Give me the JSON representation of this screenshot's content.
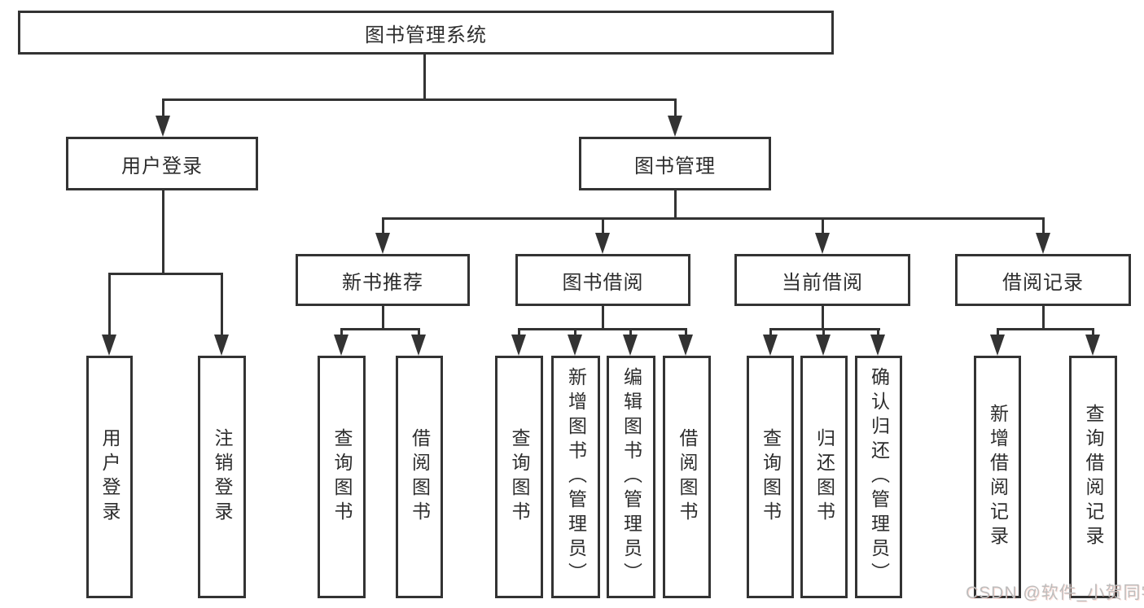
{
  "diagram": {
    "title": "图书管理系统",
    "type": "hierarchy-tree",
    "colors": {
      "line": "#333333",
      "text": "#2d2d2d",
      "background": "#ffffff",
      "watermark": "#bdbdbd"
    },
    "nodes": {
      "root": "图书管理系统",
      "user_login": "用户登录",
      "book_mgmt": "图书管理",
      "new_book_rec": "新书推荐",
      "book_borrow": "图书借阅",
      "current_borrow": "当前借阅",
      "borrow_records": "借阅记录",
      "leaf_user_login": "用户登录",
      "leaf_logout": "注销登录",
      "leaf_query_book_1": "查询图书",
      "leaf_borrow_book_1": "借阅图书",
      "leaf_query_book_2": "查询图书",
      "leaf_add_book": "新增图书（管理员）",
      "leaf_edit_book": "编辑图书（管理员）",
      "leaf_borrow_book_2": "借阅图书",
      "leaf_query_book_3": "查询图书",
      "leaf_return_book": "归还图书",
      "leaf_confirm_return": "确认归还（管理员）",
      "leaf_add_record": "新增借阅记录",
      "leaf_query_record": "查询借阅记录"
    },
    "hierarchy": {
      "图书管理系统": {
        "用户登录": [
          "用户登录",
          "注销登录"
        ],
        "图书管理": {
          "新书推荐": [
            "查询图书",
            "借阅图书"
          ],
          "图书借阅": [
            "查询图书",
            "新增图书（管理员）",
            "编辑图书（管理员）",
            "借阅图书"
          ],
          "当前借阅": [
            "查询图书",
            "归还图书",
            "确认归还（管理员）"
          ],
          "借阅记录": [
            "新增借阅记录",
            "查询借阅记录"
          ]
        }
      }
    },
    "watermark": "CSDN @软件_小贺同学"
  }
}
